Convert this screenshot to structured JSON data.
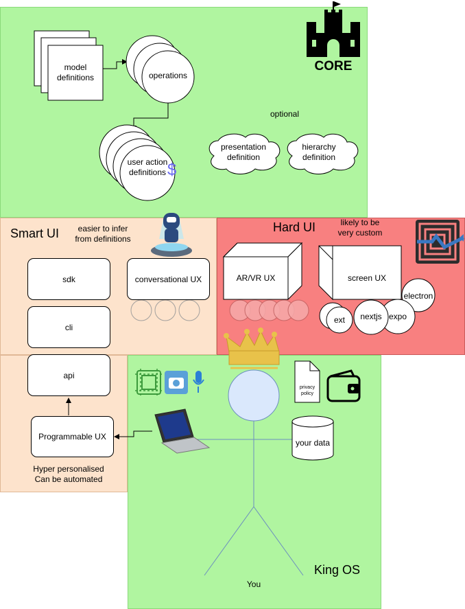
{
  "core": {
    "title": "CORE",
    "model_definitions": "model definitions",
    "operations": "operations",
    "user_action_definitions": "user action definitions",
    "dollar": "$",
    "optional": "optional",
    "presentation_definition": "presentation definition",
    "hierarchy_definition": "hierarchy definition"
  },
  "smart_ui": {
    "title": "Smart UI",
    "note": "easier to infer from definitions",
    "sdk": "sdk",
    "cli": "cli",
    "conversational_ux": "conversational UX"
  },
  "hard_ui": {
    "title": "Hard UI",
    "note": "likely to be very custom",
    "arvr_ux": "AR/VR UX",
    "screen_ux": "screen UX",
    "electron": "electron",
    "ext": "ext",
    "nextjs": "nextjs",
    "expo": "expo"
  },
  "programmable": {
    "api": "api",
    "programmable_ux": "Programmable UX",
    "note_line1": "Hyper personalised",
    "note_line2": "Can be automated"
  },
  "king_os": {
    "title": "King OS",
    "you": "You",
    "privacy_policy": "privacy policy",
    "your_data": "your data"
  },
  "colors": {
    "core_bg": "#b0f5a0",
    "smart_bg": "#fde3cc",
    "hard_bg": "#f88080",
    "king_bg": "#b0f5a0",
    "head_fill": "#dae8fc",
    "head_stroke": "#6c8ebf",
    "crown": "#e8c24a"
  }
}
